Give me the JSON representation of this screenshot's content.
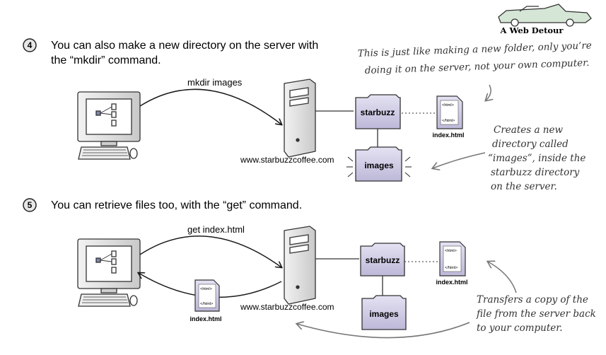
{
  "badge": {
    "label": "A Web Detour"
  },
  "step4": {
    "number": "4",
    "line1": "You can also make a new directory on the server with",
    "line2": "the “mkdir” command.",
    "command": "mkdir images",
    "server_label": "www.starbuzzcoffee.com",
    "folder_parent": "starbuzz",
    "folder_child": "images",
    "file_label": "index.html",
    "file_tag_open": "<html>",
    "file_tag_close": "</html>",
    "note_top": [
      "This is just like making a new folder, only you’re",
      "doing it on the server, not your own computer."
    ],
    "note_side": [
      "Creates a new",
      "directory called",
      "“images”, inside the",
      "starbuzz directory",
      "on the server."
    ]
  },
  "step5": {
    "number": "5",
    "line1": "You can retrieve files too, with the “get” command.",
    "command": "get index.html",
    "server_label": "www.starbuzzcoffee.com",
    "folder_parent": "starbuzz",
    "folder_child": "images",
    "file_label": "index.html",
    "file_tag_open": "<html>",
    "file_tag_close": "</html>",
    "moving_file_label": "index.html",
    "note_side": [
      "Transfers a copy of the",
      "file from the server back",
      "to your computer."
    ]
  }
}
